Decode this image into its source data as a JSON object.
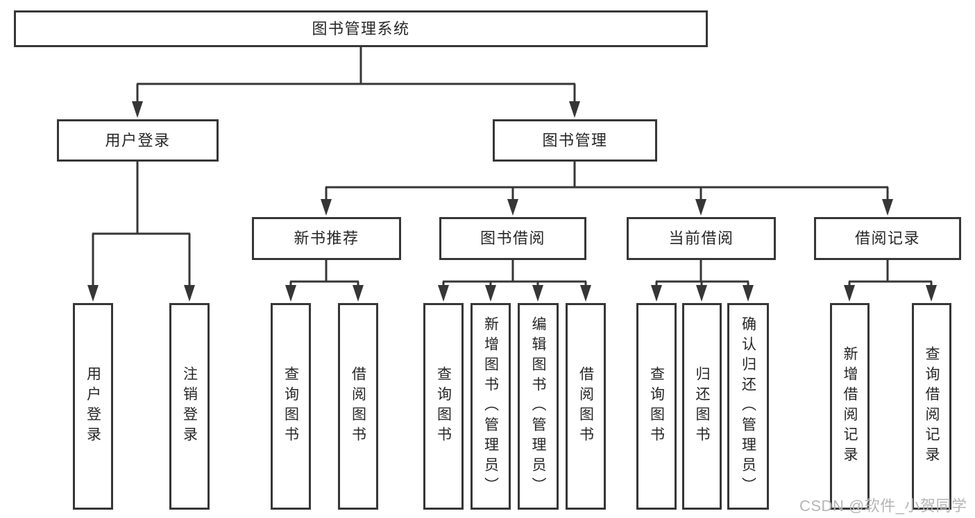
{
  "nodes": {
    "root": "图书管理系统",
    "user_login": "用户登录",
    "book_management": "图书管理",
    "new_book_recommend": "新书推荐",
    "book_borrow": "图书借阅",
    "current_borrow": "当前借阅",
    "borrow_record": "借阅记录",
    "leaf_user_login": "用户登录",
    "leaf_logout_login": "注销登录",
    "leaf_nbr_query_book": "查询图书",
    "leaf_nbr_borrow_book": "借阅图书",
    "leaf_bb_query_book": "查询图书",
    "leaf_bb_add_book": "新增图书（管理员）",
    "leaf_bb_edit_book": "编辑图书（管理员）",
    "leaf_bb_borrow_book": "借阅图书",
    "leaf_cb_query_book": "查询图书",
    "leaf_cb_return_book": "归还图书",
    "leaf_cb_confirm_return": "确认归还（管理员）",
    "leaf_br_add_record": "新增借阅记录",
    "leaf_br_query_record": "查询借阅记录"
  },
  "watermark": "CSDN @软件_小贺同学",
  "colors": {
    "line": "#363636",
    "text": "#262626",
    "watermark": "#b5b5b5",
    "background": "#ffffff"
  }
}
